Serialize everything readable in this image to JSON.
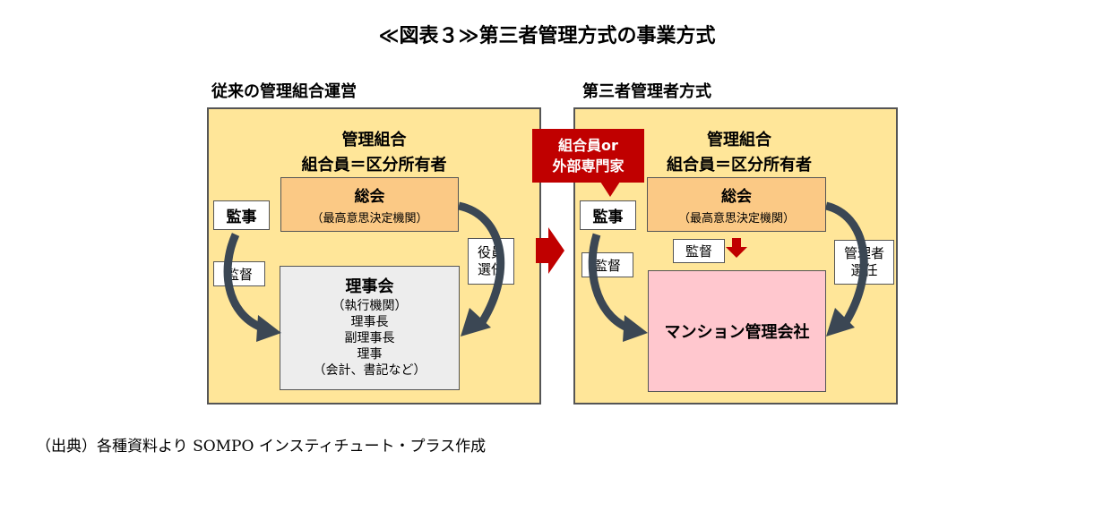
{
  "title": "≪図表３≫第三者管理方式の事業方式",
  "left": {
    "heading": "従来の管理組合運営",
    "header_line1": "管理組合",
    "header_line2": "組合員＝区分所有者",
    "sokai_title": "総会",
    "sokai_sub": "（最高意思決定機関）",
    "kanji": "監事",
    "kantoku": "監督",
    "yakuin_line1": "役員",
    "yakuin_line2": "選任",
    "rijikai_title": "理事会",
    "rijikai_lines": [
      "（執行機関）",
      "理事長",
      "副理事長",
      "理事",
      "（会計、書記など）"
    ]
  },
  "right": {
    "heading": "第三者管理者方式",
    "header_line1": "管理組合",
    "header_line2": "組合員＝区分所有者",
    "sokai_title": "総会",
    "sokai_sub": "（最高意思決定機関）",
    "kanji": "監事",
    "kantoku_left": "監督",
    "kantoku_mid": "監督",
    "callout_line1": "組合員or",
    "callout_line2": "外部専門家",
    "sennin_line1": "管理者",
    "sennin_line2": "選任",
    "company": "マンション管理会社"
  },
  "source": "（出典）各種資料より SOMPO インスティチュート・プラス作成",
  "colors": {
    "panel_bg": "#FFE699",
    "sokai_bg": "#FBC985",
    "rijikai_bg": "#EDEDED",
    "company_bg": "#FFC7CE",
    "callout_bg": "#C00000",
    "arrow_dark": "#3B4754",
    "arrow_red": "#C00000"
  }
}
